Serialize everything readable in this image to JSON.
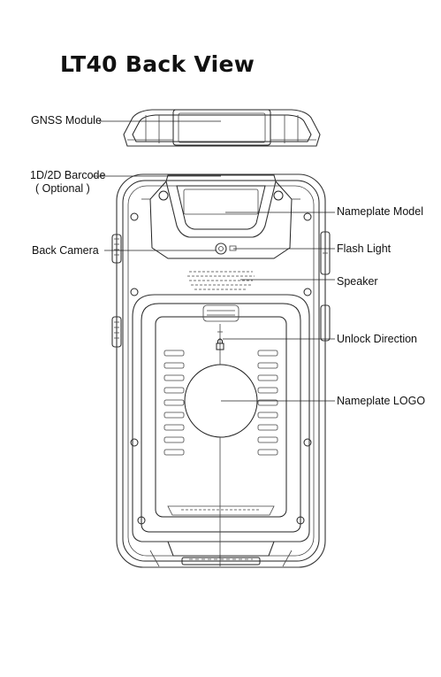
{
  "title": "LT40 Back View",
  "labels": {
    "gnss": "GNSS Module",
    "barcode_line1": "1D/2D Barcode",
    "barcode_line2": "( Optional )",
    "back_camera": "Back Camera",
    "nameplate_model": "Nameplate Model",
    "flash_light": "Flash Light",
    "speaker": "Speaker",
    "unlock_direction": "Unlock Direction",
    "nameplate_logo": "Nameplate LOGO"
  }
}
